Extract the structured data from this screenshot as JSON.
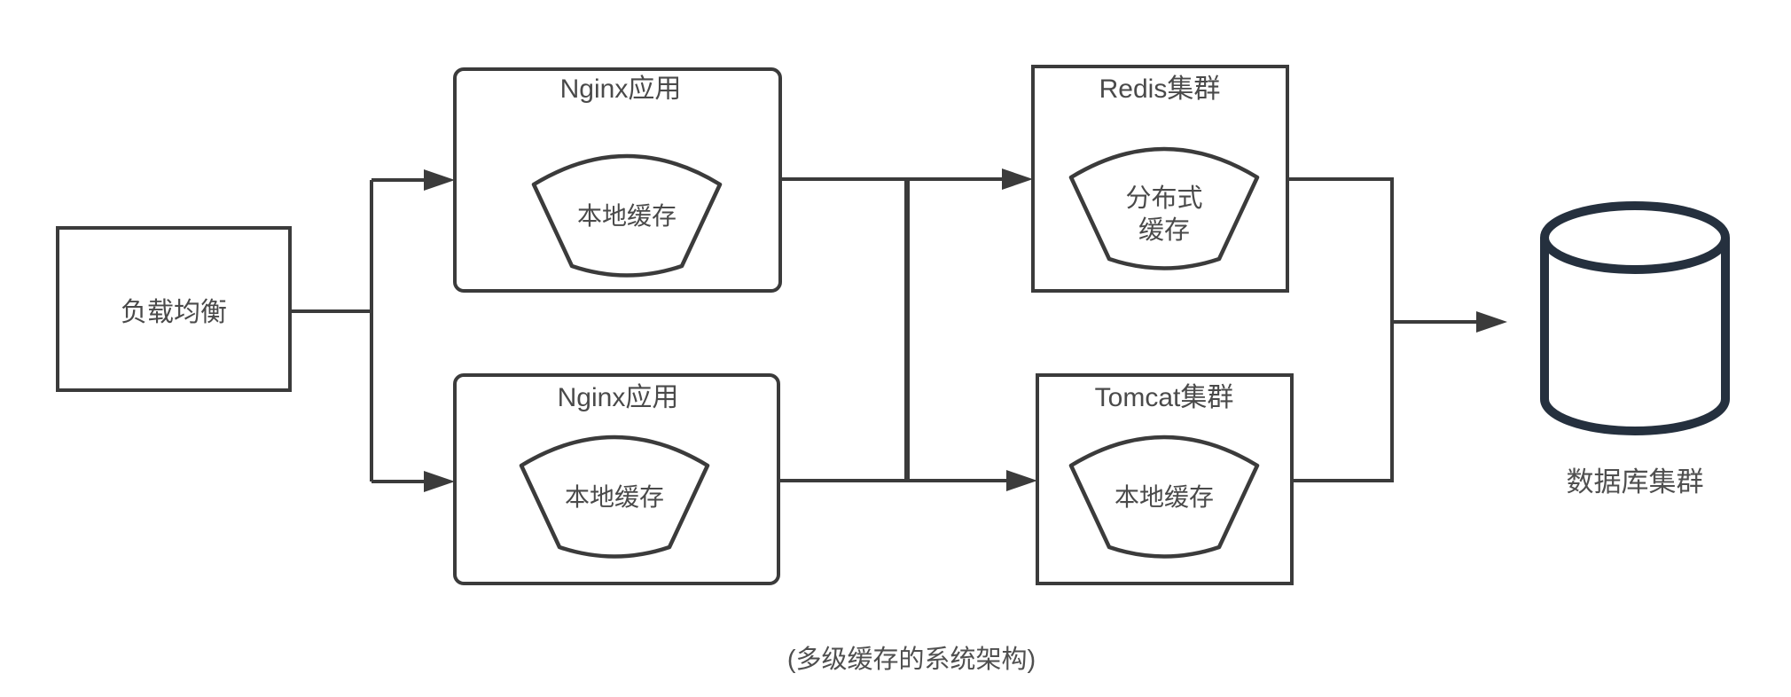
{
  "diagram": {
    "caption": "(多级缓存的系统架构)",
    "nodes": {
      "load_balancer": {
        "label": "负载均衡"
      },
      "nginx_top": {
        "label": "Nginx应用",
        "cache_label": "本地缓存"
      },
      "nginx_bottom": {
        "label": "Nginx应用",
        "cache_label": "本地缓存"
      },
      "redis": {
        "label": "Redis集群",
        "cache_label_line1": "分布式",
        "cache_label_line2": "缓存"
      },
      "tomcat": {
        "label": "Tomcat集群",
        "cache_label": "本地缓存"
      },
      "database": {
        "label": "数据库集群"
      }
    },
    "colors": {
      "line": "#3b3b3b",
      "text": "#4a4a4a",
      "database_stroke": "#25303e",
      "background": "#ffffff"
    }
  }
}
